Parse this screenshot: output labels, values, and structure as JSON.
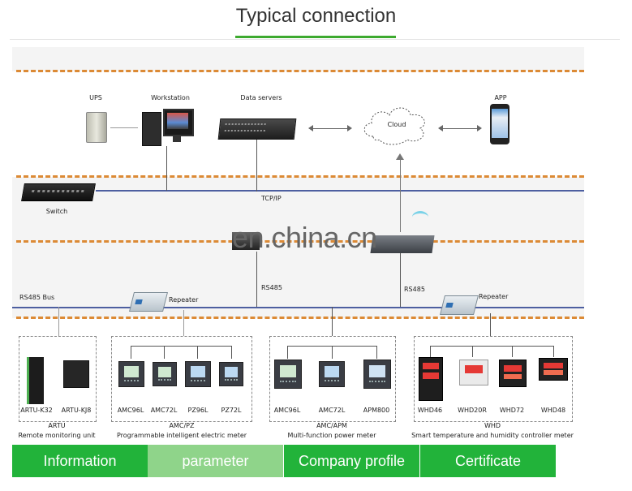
{
  "title": "Typical connection",
  "network": {
    "ups": "UPS",
    "workstation": "Workstation",
    "data_servers": "Data servers",
    "cloud": "Cloud",
    "app": "APP",
    "switch": "Switch",
    "tcpip": "TCP/IP",
    "watermark": "en.china.cn",
    "rs485_bus": "RS485 Bus",
    "rs485_left": "RS485",
    "rs485_right": "RS485",
    "repeater_left": "Repeater",
    "repeater_right": "Repeater"
  },
  "groups": [
    {
      "devices": [
        "ARTU-K32",
        "ARTU-KJ8"
      ],
      "name": "ARTU",
      "desc": "Remote monitoring unit"
    },
    {
      "devices": [
        "AMC96L",
        "AMC72L",
        "PZ96L",
        "PZ72L"
      ],
      "name": "AMC/PZ",
      "desc": "Programmable intelligent electric meter"
    },
    {
      "devices": [
        "AMC96L",
        "AMC72L",
        "APM800"
      ],
      "name": "AMC/APM",
      "desc": "Multi-function power meter"
    },
    {
      "devices": [
        "WHD46",
        "WHD20R",
        "WHD72",
        "WHD48"
      ],
      "name": "WHD",
      "desc": "Smart temperature and humidity controller meter"
    }
  ],
  "tabs": [
    {
      "label": "Information",
      "color": "#22b33a"
    },
    {
      "label": "parameter",
      "color": "#8fd48a"
    },
    {
      "label": "Company profile",
      "color": "#22b33a"
    },
    {
      "label": "Certificate",
      "color": "#22b33a"
    }
  ]
}
